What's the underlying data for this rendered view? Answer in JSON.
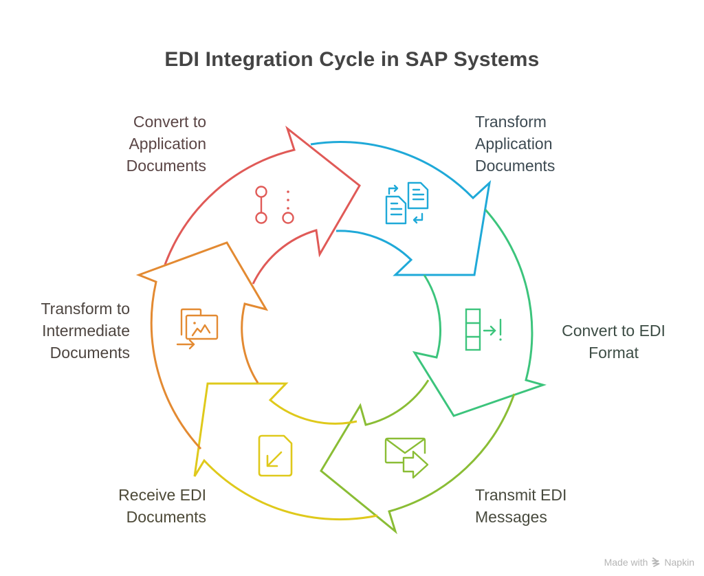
{
  "title": "EDI Integration Cycle in SAP Systems",
  "steps": [
    {
      "label": "Convert to\nApplication\nDocuments",
      "icon": "process-flow-icon",
      "color": "#e05a57",
      "text_color": "#5a4545"
    },
    {
      "label": "Transform\nApplication\nDocuments",
      "icon": "document-swap-icon",
      "color": "#1fa9d8",
      "text_color": "#3d4a52"
    },
    {
      "label": "Convert to EDI\nFormat",
      "icon": "data-convert-icon",
      "color": "#3cc47c",
      "text_color": "#3d4d45"
    },
    {
      "label": "Transmit EDI\nMessages",
      "icon": "mail-send-icon",
      "color": "#8abd35",
      "text_color": "#484a3e"
    },
    {
      "label": "Receive EDI\nDocuments",
      "icon": "document-receive-icon",
      "color": "#dfc91b",
      "text_color": "#4d4a38"
    },
    {
      "label": "Transform to\nIntermediate\nDocuments",
      "icon": "image-transfer-icon",
      "color": "#e38a32",
      "text_color": "#4d4540"
    }
  ],
  "watermark": {
    "prefix": "Made with",
    "brand": "Napkin",
    "icon": "napkin-logo-icon"
  }
}
